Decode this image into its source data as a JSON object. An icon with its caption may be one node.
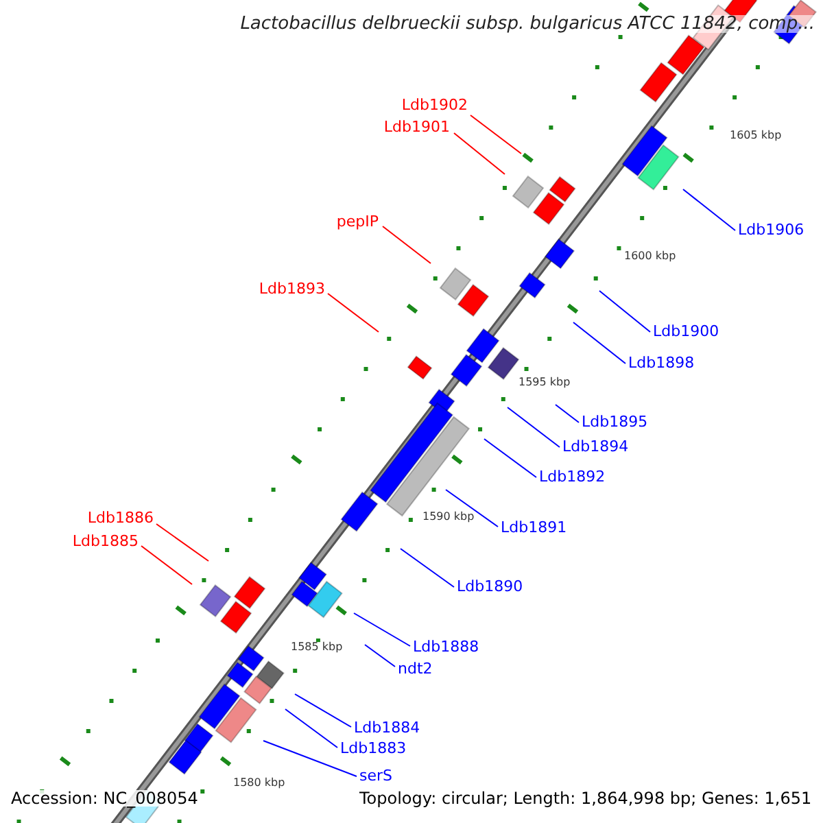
{
  "diagram": {
    "title": "Lactobacillus delbrueckii subsp. bulgaricus ATCC 11842, comp...",
    "nodes": [
      {
        "text": [
          "Ldb1902"
        ]
      },
      {
        "text": [
          "Ldb1901"
        ]
      },
      {
        "text": [
          "pepIP"
        ]
      },
      {
        "text": [
          "Ldb1906"
        ]
      },
      {
        "text": [
          "Ldb1893"
        ]
      },
      {
        "text": [
          "Ldb1900"
        ]
      },
      {
        "text": [
          "Ldb1898"
        ]
      },
      {
        "text": [
          "Ldb1895"
        ]
      },
      {
        "text": [
          "Ldb1894"
        ]
      },
      {
        "text": [
          "Ldb1892"
        ]
      },
      {
        "text": [
          "Ldb1886"
        ]
      },
      {
        "text": [
          "Ldb1891"
        ]
      },
      {
        "text": [
          "Ldb1885"
        ]
      },
      {
        "text": [
          "Ldb1890"
        ]
      },
      {
        "text": [
          "Ldb1888"
        ]
      },
      {
        "text": [
          "ndt2"
        ]
      },
      {
        "text": [
          "Ldb1884"
        ]
      },
      {
        "text": [
          "Ldb1883"
        ]
      },
      {
        "text": [
          "serS"
        ]
      }
    ],
    "edges": [
      {
        "from": 0,
        "to": null,
        "arrow": "none",
        "color": "#ff0000"
      },
      {
        "from": 1,
        "to": null,
        "arrow": "none",
        "color": "#ff0000"
      },
      {
        "from": 2,
        "to": null,
        "arrow": "none",
        "color": "#ff0000"
      },
      {
        "from": 3,
        "to": null,
        "arrow": "none"
      },
      {
        "from": 4,
        "to": null,
        "arrow": "none",
        "color": "#ff0000"
      },
      {
        "from": 5,
        "to": null,
        "arrow": "none"
      },
      {
        "from": 6,
        "to": null,
        "arrow": "none"
      },
      {
        "from": 7,
        "to": null,
        "arrow": "none"
      },
      {
        "from": 8,
        "to": null,
        "arrow": "none"
      },
      {
        "from": 9,
        "to": null,
        "arrow": "none"
      },
      {
        "from": 10,
        "to": null,
        "arrow": "none",
        "color": "#ff0000"
      },
      {
        "from": 11,
        "to": null,
        "arrow": "none"
      },
      {
        "from": 12,
        "to": null,
        "arrow": "none",
        "color": "#ff0000"
      },
      {
        "from": 13,
        "to": null,
        "arrow": "none"
      },
      {
        "from": 14,
        "to": null,
        "arrow": "none"
      },
      {
        "from": 15,
        "to": null,
        "arrow": "none"
      },
      {
        "from": 16,
        "to": null,
        "arrow": "none"
      },
      {
        "from": 17,
        "to": null,
        "arrow": "none"
      },
      {
        "from": 18,
        "to": null,
        "arrow": "none"
      }
    ],
    "labels": [
      "1605 kbp",
      "1600 kbp",
      "1595 kbp",
      "1590 kbp",
      "1585 kbp",
      "1580 kbp",
      "Accession: NC_008054",
      "Topology: circular; Length: 1,864,998 bp; Genes: 1,651"
    ]
  }
}
